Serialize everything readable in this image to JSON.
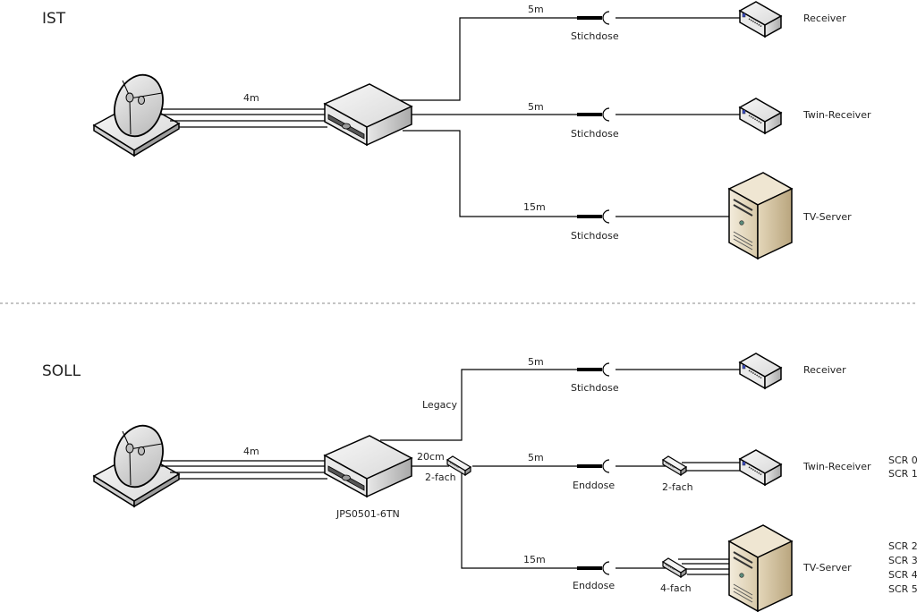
{
  "sections": {
    "ist": {
      "title": "IST",
      "dish_cable_label": "4m",
      "branches": [
        {
          "length": "5m",
          "outlet": "Stichdose",
          "device": "Receiver"
        },
        {
          "length": "5m",
          "outlet": "Stichdose",
          "device": "Twin-Receiver"
        },
        {
          "length": "15m",
          "outlet": "Stichdose",
          "device": "TV-Server"
        }
      ]
    },
    "soll": {
      "title": "SOLL",
      "dish_cable_label": "4m",
      "switch_model": "JPS0501-6TN",
      "legacy_label": "Legacy",
      "splitter_cable_label": "20cm",
      "splitter_label": "2-fach",
      "branches": [
        {
          "length": "5m",
          "outlet": "Stichdose",
          "device": "Receiver"
        },
        {
          "length": "5m",
          "outlet": "Enddose",
          "splitter": "2-fach",
          "device": "Twin-Receiver",
          "scr": [
            "SCR 0",
            "SCR 1"
          ]
        },
        {
          "length": "15m",
          "outlet": "Enddose",
          "splitter": "4-fach",
          "device": "TV-Server",
          "scr": [
            "SCR 2",
            "SCR 3",
            "SCR 4",
            "SCR 5"
          ]
        }
      ]
    }
  },
  "colors": {
    "line": "#000000",
    "device_grey": "#e6e6e6",
    "server_beige": "#e8dcc4",
    "divider": "#888888"
  }
}
